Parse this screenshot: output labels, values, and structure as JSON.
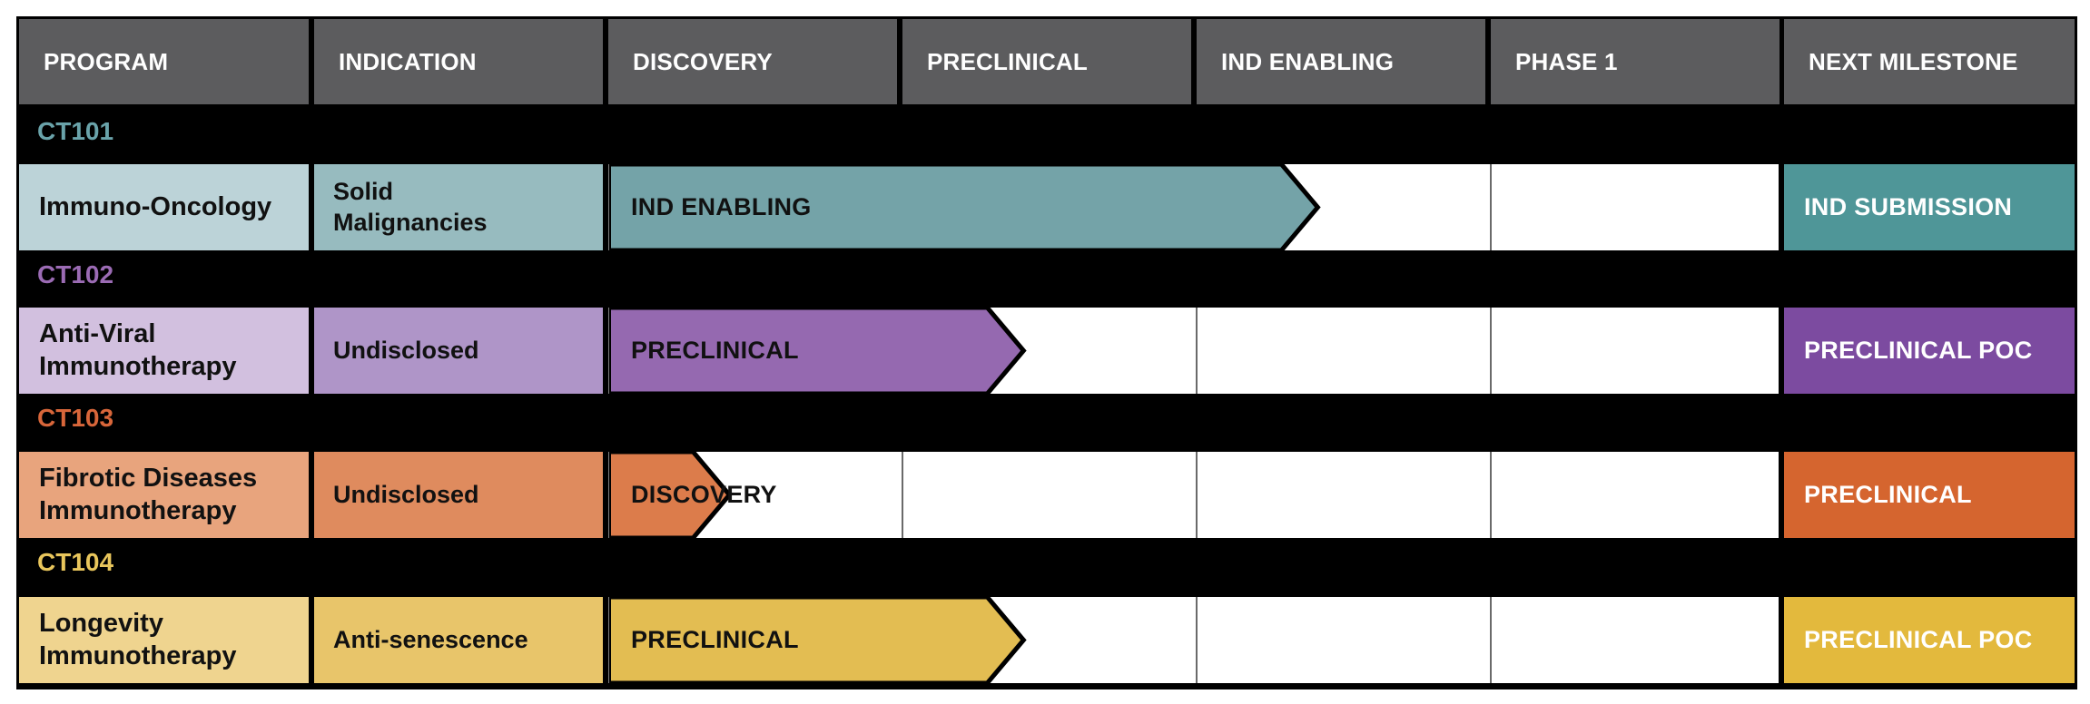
{
  "headers": [
    "PROGRAM",
    "INDICATION",
    "DISCOVERY",
    "PRECLINICAL",
    "IND ENABLING",
    "PHASE 1",
    "NEXT MILESTONE"
  ],
  "phases": [
    "DISCOVERY",
    "PRECLINICAL",
    "IND ENABLING",
    "PHASE 1"
  ],
  "programs": [
    {
      "code": "CT101",
      "program": [
        "Immuno-Oncology"
      ],
      "indication": [
        "Solid",
        "Malignancies"
      ],
      "stage": "IND ENABLING",
      "next_milestone": "IND SUBMISSION",
      "colors": {
        "code": "#6aa3aa",
        "program": "#bcd3d8",
        "indication": "#97bbbf",
        "arrow": "#74a3a8",
        "milestone": "#4f9698"
      }
    },
    {
      "code": "CT102",
      "program": [
        "Anti-Viral",
        "Immunotherapy"
      ],
      "indication": [
        "Undisclosed"
      ],
      "stage": "PRECLINICAL",
      "next_milestone": "PRECLINICAL POC",
      "colors": {
        "code": "#9b6bb4",
        "program": "#d2c0df",
        "indication": "#af95c8",
        "arrow": "#9569b0",
        "milestone": "#7c4ba0"
      }
    },
    {
      "code": "CT103",
      "program": [
        "Fibrotic Diseases",
        "Immunotherapy"
      ],
      "indication": [
        "Undisclosed"
      ],
      "stage": "DISCOVERY",
      "next_milestone": "PRECLINICAL",
      "colors": {
        "code": "#d8663a",
        "program": "#e8a47d",
        "indication": "#df8b5e",
        "arrow": "#dc7c4b",
        "milestone": "#d5652f"
      }
    },
    {
      "code": "CT104",
      "program": [
        "Longevity",
        "Immunotherapy"
      ],
      "indication": [
        "Anti-senescence"
      ],
      "stage": "PRECLINICAL",
      "next_milestone": "PRECLINICAL POC",
      "colors": {
        "code": "#e9c65c",
        "program": "#efd48f",
        "indication": "#e8c56a",
        "arrow": "#e3bd52",
        "milestone": "#e3b93d"
      }
    }
  ]
}
